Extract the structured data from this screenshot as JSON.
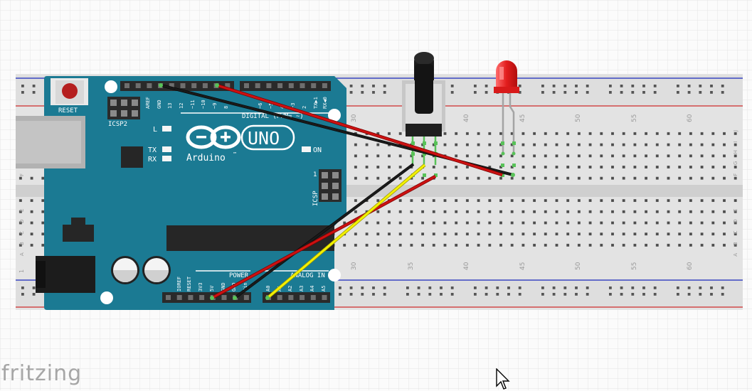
{
  "app": {
    "watermark": "fritzing"
  },
  "colors": {
    "board": "#1b7a93",
    "breadboard": "#e4e4e4",
    "rail_blue": "#3a46c2",
    "rail_red": "#d24a4a",
    "wire_red": "#cc1111",
    "wire_black": "#1a1a1a",
    "wire_yellow": "#f2f000",
    "led_red": "#e21d1d"
  },
  "arduino": {
    "reset_label": "RESET",
    "icsp2_label": "ICSP2",
    "icsp_label": "ICSP",
    "icsp_pin1": "1",
    "led_l": "L",
    "tx_label": "TX",
    "rx_label": "RX",
    "on_label": "ON",
    "uno_label": "UNO",
    "brand_label": "Arduino",
    "trademark": "™",
    "digital_label": "DIGITAL (PWM= ~)",
    "power_label": "POWER",
    "analog_label": "ANALOG IN",
    "top_pins": [
      "AREF",
      "GND",
      "13",
      "12",
      "~11",
      "~10",
      "~9",
      "8",
      "7",
      "~6",
      "~5",
      "4",
      "~3",
      "2",
      "TX▶1",
      "RX◀0"
    ],
    "bottom_pins": [
      "IOREF",
      "RESET",
      "3V3",
      "5V",
      "GND",
      "GND",
      "Vin",
      "A0",
      "A1",
      "A2",
      "A3",
      "A4",
      "A5"
    ]
  },
  "breadboard": {
    "col_numbers": [
      "30",
      "35",
      "40",
      "45",
      "50",
      "55",
      "60"
    ],
    "row_letters_top": [
      "J",
      "I",
      "H",
      "G",
      "F"
    ],
    "row_letters_bottom": [
      "E",
      "D",
      "C",
      "B",
      "A"
    ],
    "left_col_number": "1"
  },
  "components": {
    "potentiometer": "potentiometer",
    "led": "red LED"
  }
}
